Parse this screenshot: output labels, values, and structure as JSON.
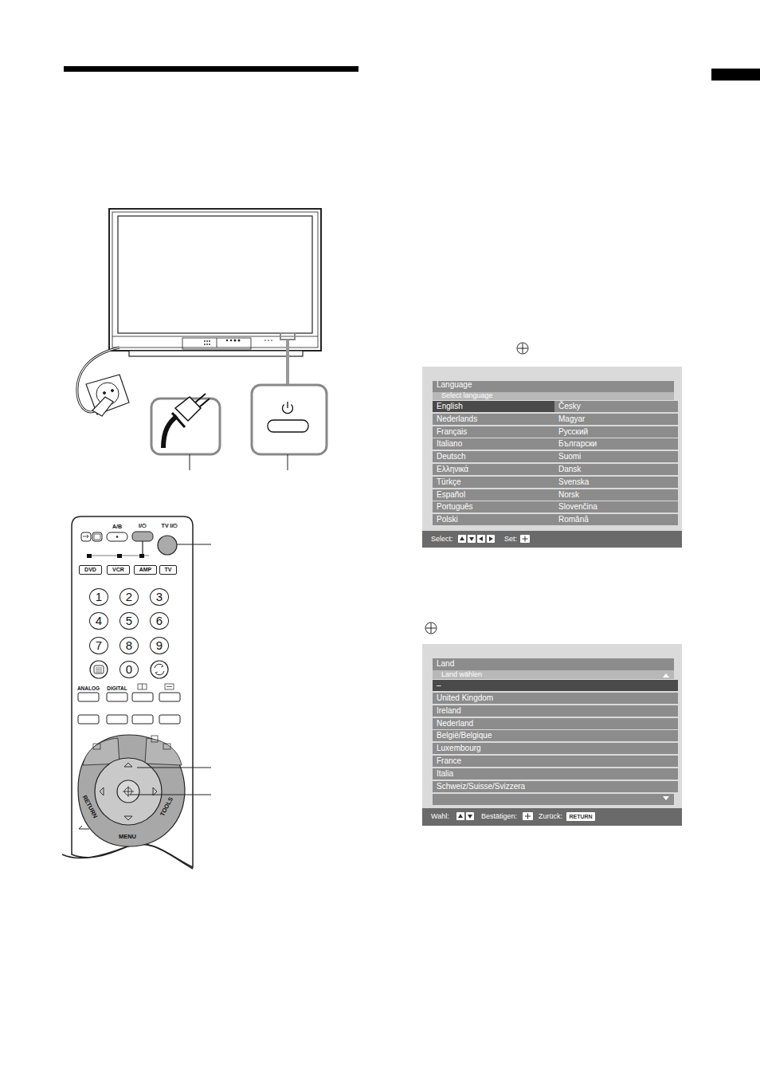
{
  "diagram": {
    "nodes": [
      {
        "text": [
          "Language",
          "Select language"
        ]
      },
      {
        "text": [
          "English"
        ],
        "in": 0
      },
      {
        "text": [
          "Nederlands"
        ],
        "in": 0
      },
      {
        "text": [
          "Français"
        ],
        "in": 0
      },
      {
        "text": [
          "Italiano"
        ],
        "in": 0
      },
      {
        "text": [
          "Deutsch"
        ],
        "in": 0
      },
      {
        "text": [
          "Ελληνικά"
        ],
        "in": 0
      },
      {
        "text": [
          "Türkçe"
        ],
        "in": 0
      },
      {
        "text": [
          "Español"
        ],
        "in": 0
      },
      {
        "text": [
          "Português"
        ],
        "in": 0
      },
      {
        "text": [
          "Polski"
        ],
        "in": 0
      },
      {
        "text": [
          "Česky"
        ],
        "in": 0
      },
      {
        "text": [
          "Magyar"
        ],
        "in": 0
      },
      {
        "text": [
          "Русский"
        ],
        "in": 0
      },
      {
        "text": [
          "Български"
        ],
        "in": 0
      },
      {
        "text": [
          "Suomi"
        ],
        "in": 0
      },
      {
        "text": [
          "Dansk"
        ],
        "in": 0
      },
      {
        "text": [
          "Svenska"
        ],
        "in": 0
      },
      {
        "text": [
          "Norsk"
        ],
        "in": 0
      },
      {
        "text": [
          "Slovenčina"
        ],
        "in": 0
      },
      {
        "text": [
          "Română"
        ],
        "in": 0
      },
      {
        "text": [
          "Select:",
          "Set:"
        ],
        "in": 0
      },
      {
        "text": [
          "Land",
          "Land wählen"
        ]
      },
      {
        "text": [
          "–"
        ],
        "in": 22
      },
      {
        "text": [
          "United Kingdom"
        ],
        "in": 22
      },
      {
        "text": [
          "Ireland"
        ],
        "in": 22
      },
      {
        "text": [
          "Nederland"
        ],
        "in": 22
      },
      {
        "text": [
          "België/Belgique"
        ],
        "in": 22
      },
      {
        "text": [
          "Luxembourg"
        ],
        "in": 22
      },
      {
        "text": [
          "France"
        ],
        "in": 22
      },
      {
        "text": [
          "Italia"
        ],
        "in": 22
      },
      {
        "text": [
          "Schweiz/Suisse/Svizzera"
        ],
        "in": 22
      },
      {
        "text": [
          "Wahl:",
          "Bestätigen:",
          "Zurück:"
        ],
        "in": 22
      },
      {
        "text": [
          "RETURN"
        ],
        "in": 32
      },
      {
        "text": [
          "DVD"
        ]
      },
      {
        "text": [
          "VCR"
        ]
      },
      {
        "text": [
          "AMP"
        ]
      },
      {
        "text": [
          "TV"
        ]
      },
      {
        "text": [
          "1"
        ]
      },
      {
        "text": [
          "2"
        ]
      },
      {
        "text": [
          "3"
        ]
      },
      {
        "text": [
          "4"
        ]
      },
      {
        "text": [
          "5"
        ]
      },
      {
        "text": [
          "6"
        ]
      },
      {
        "text": [
          "7"
        ]
      },
      {
        "text": [
          "8"
        ]
      },
      {
        "text": [
          "9"
        ]
      },
      {
        "text": [
          "0"
        ]
      }
    ],
    "labels": [
      "A/B",
      "I/⏻",
      "TV I/⏻",
      "ANALOG",
      "DIGITAL",
      "RETURN",
      "MENU",
      "TOOLS"
    ]
  }
}
